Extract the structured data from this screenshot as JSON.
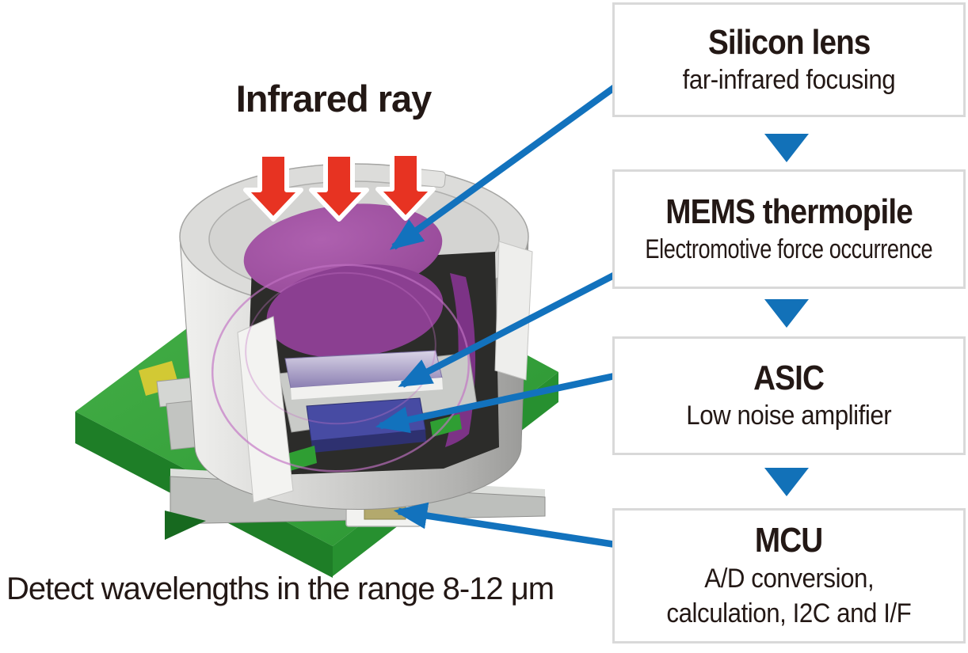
{
  "diagram": {
    "title": "Infrared ray",
    "caption": "Detect wavelengths in the range 8-12 μm",
    "flow_steps": [
      {
        "name": "Silicon lens",
        "lines": [
          "far-infrared focusing"
        ]
      },
      {
        "name": "MEMS thermopile",
        "lines": [
          "Electromotive force occurrence"
        ]
      },
      {
        "name": "ASIC",
        "lines": [
          "Low noise amplifier"
        ]
      },
      {
        "name": "MCU",
        "lines": [
          "A/D conversion,",
          "calculation, I2C and I/F"
        ]
      }
    ],
    "icons": {
      "infrared_arrows": "red-down-arrow-icon x3",
      "flow_connector": "blue-down-triangle-icon",
      "pointer_lines": "blue-arrow-line-icon x4"
    },
    "colors": {
      "accent_blue": "#1271b8",
      "infrared_red": "#e73322",
      "lens_purple": "#9a4d9c",
      "pcb_green": "#2fa336",
      "text_black": "#231815",
      "box_border": "#d9d9d9"
    }
  }
}
